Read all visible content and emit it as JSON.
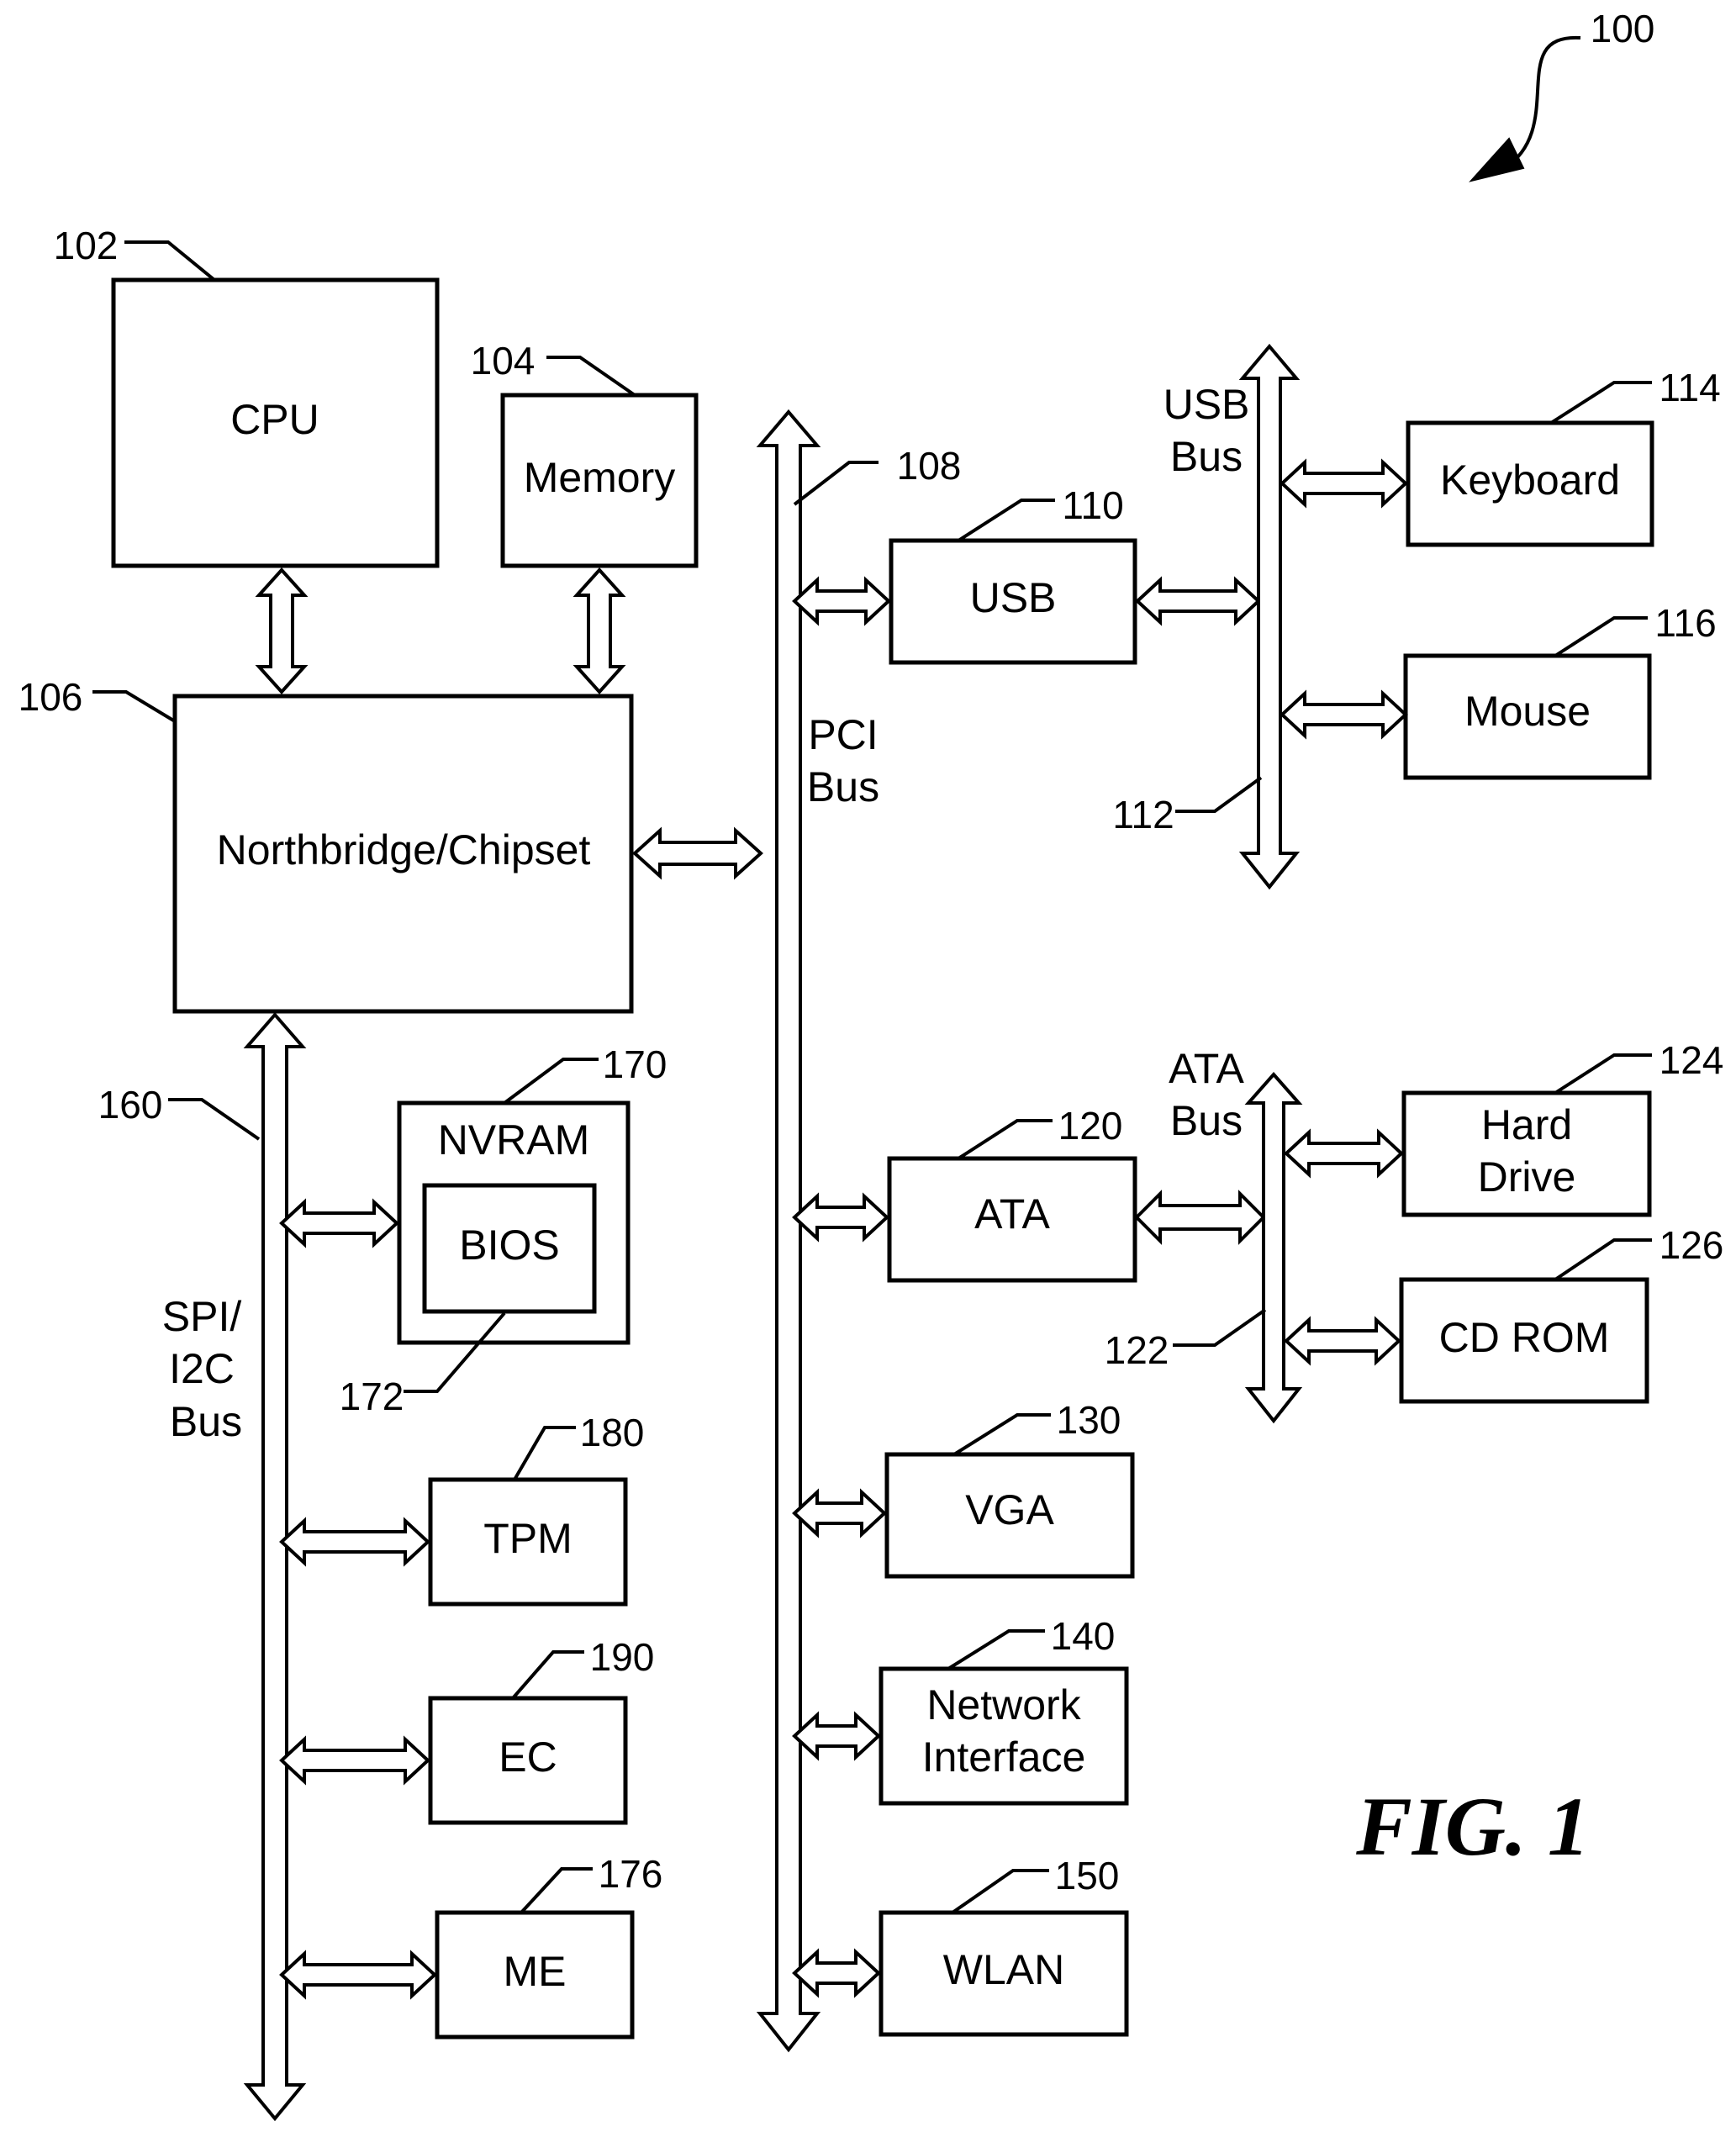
{
  "figure": {
    "ref": "100",
    "caption": "FIG. 1"
  },
  "boxes": {
    "cpu": {
      "label": "CPU",
      "ref": "102"
    },
    "memory": {
      "label": "Memory",
      "ref": "104"
    },
    "northbridge": {
      "label": "Northbridge/Chipset",
      "ref": "106"
    },
    "usb": {
      "label": "USB",
      "ref": "110"
    },
    "keyboard": {
      "label": "Keyboard",
      "ref": "114"
    },
    "mouse": {
      "label": "Mouse",
      "ref": "116"
    },
    "ata": {
      "label": "ATA",
      "ref": "120"
    },
    "hard_drive": {
      "label_1": "Hard",
      "label_2": "Drive",
      "ref": "124"
    },
    "cd_rom": {
      "label": "CD ROM",
      "ref": "126"
    },
    "vga": {
      "label": "VGA",
      "ref": "130"
    },
    "network_interface": {
      "label_1": "Network",
      "label_2": "Interface",
      "ref": "140"
    },
    "wlan": {
      "label": "WLAN",
      "ref": "150"
    },
    "nvram": {
      "label": "NVRAM",
      "ref": "170"
    },
    "bios": {
      "label": "BIOS",
      "ref": "172"
    },
    "tpm": {
      "label": "TPM",
      "ref": "180"
    },
    "ec": {
      "label": "EC",
      "ref": "190"
    },
    "me": {
      "label": "ME",
      "ref": "176"
    }
  },
  "buses": {
    "pci": {
      "label_1": "PCI",
      "label_2": "Bus",
      "ref": "108"
    },
    "usb": {
      "label_1": "USB",
      "label_2": "Bus",
      "ref": "112"
    },
    "ata": {
      "label_1": "ATA",
      "label_2": "Bus",
      "ref": "122"
    },
    "spi": {
      "label_1": "SPI/",
      "label_2": "I2C",
      "label_3": "Bus",
      "ref": "160"
    }
  }
}
